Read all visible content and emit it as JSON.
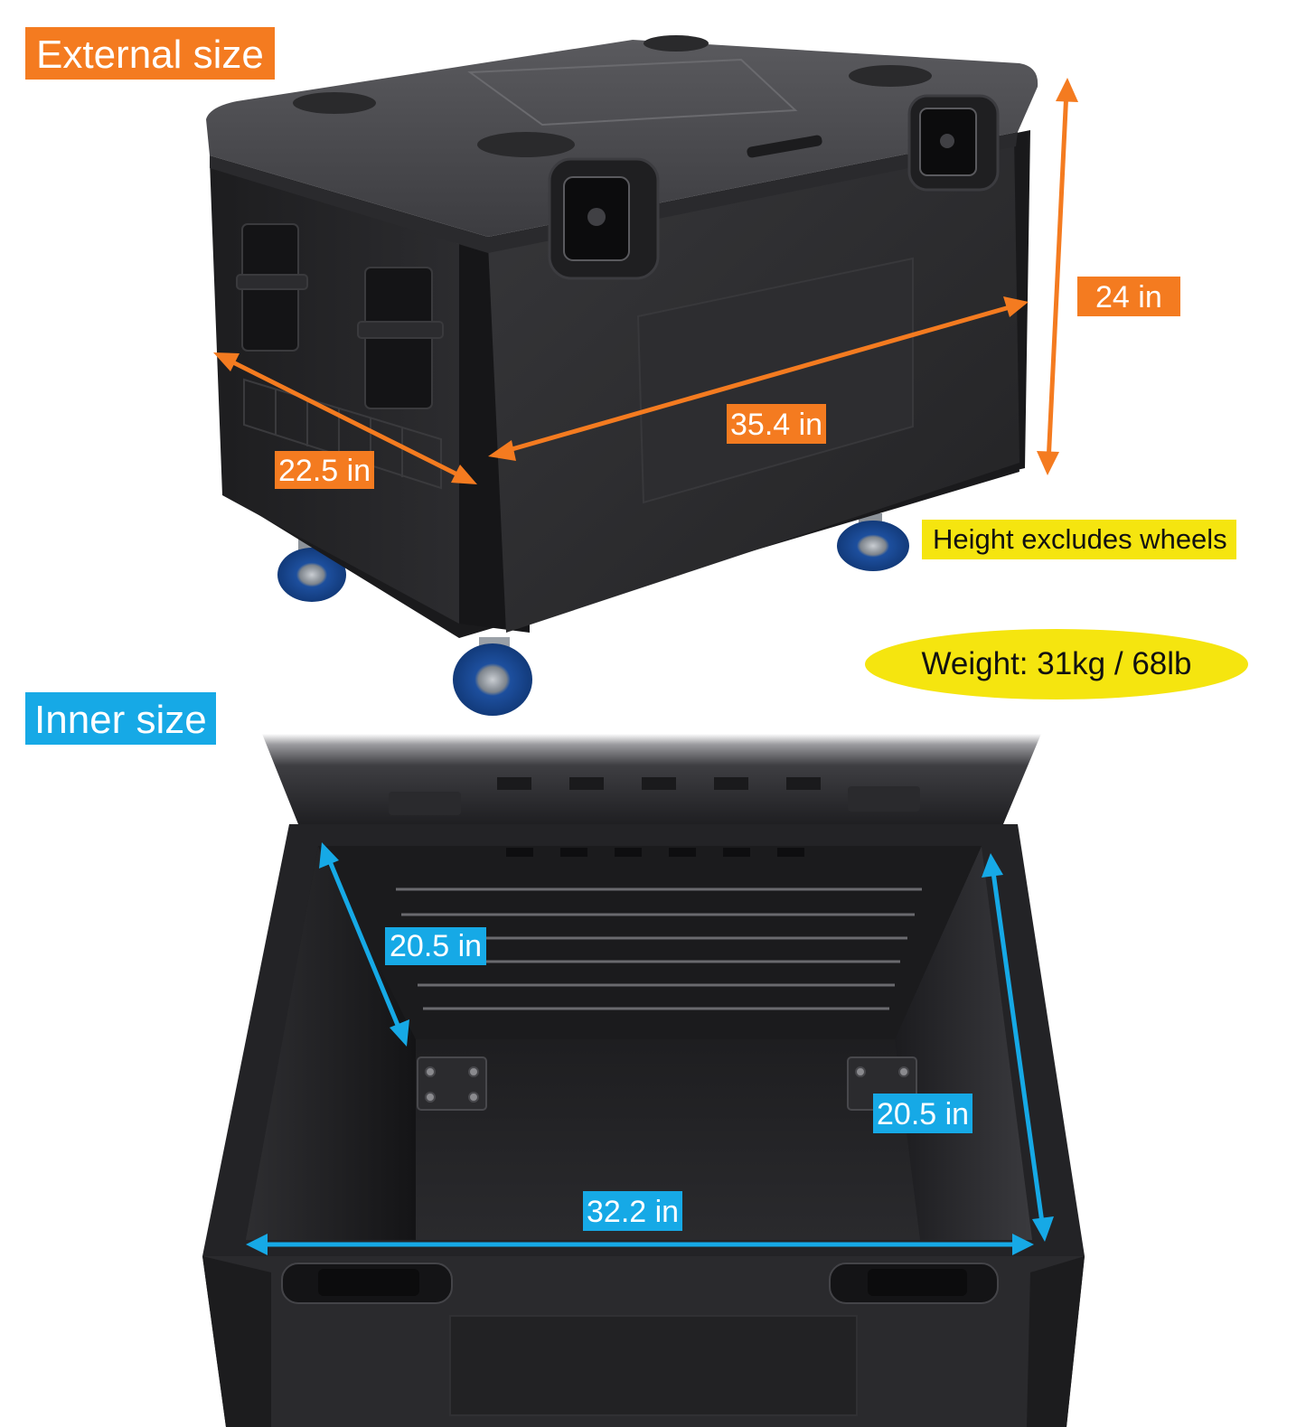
{
  "sections": {
    "external_title": "External size",
    "inner_title": "Inner size"
  },
  "external": {
    "height": "24 in",
    "length": "35.4 in",
    "depth": "22.5 in",
    "height_note": "Height excludes wheels",
    "weight": "Weight: 31kg / 68lb"
  },
  "inner": {
    "depth_left": "20.5 in",
    "depth_right": "20.5 in",
    "width": "32.2 in"
  },
  "colors": {
    "external_accent": "#f47b20",
    "inner_accent": "#16a9e6",
    "note_highlight": "#f5e50f",
    "case_body": "#2b2b2d"
  }
}
